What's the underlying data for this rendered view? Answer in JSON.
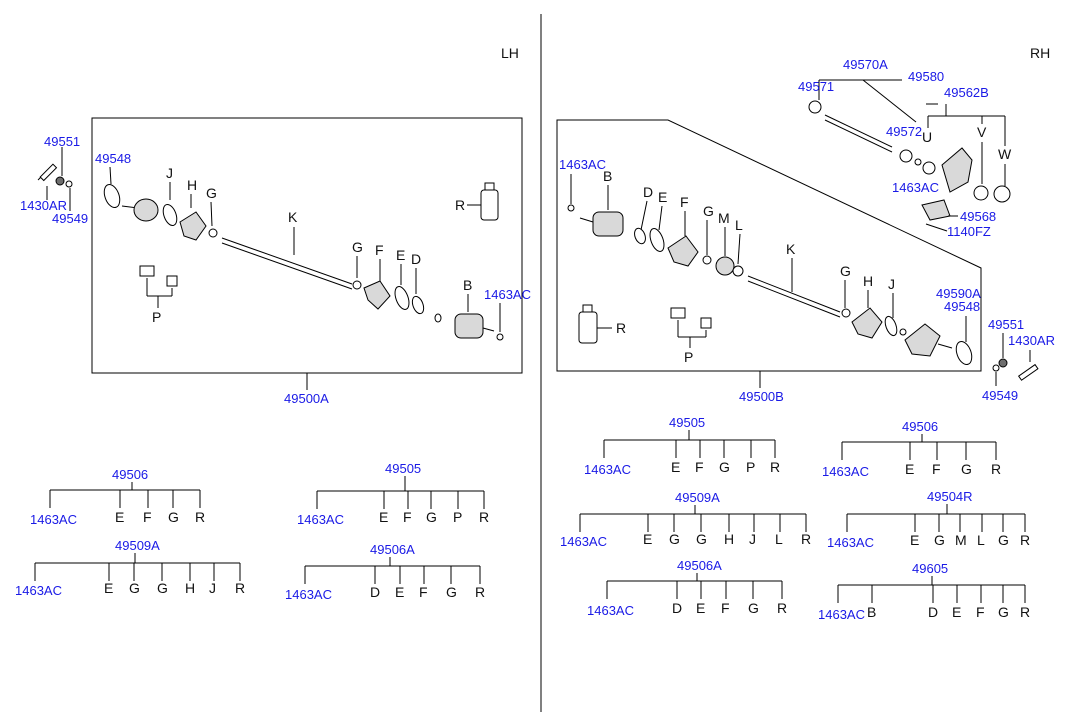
{
  "side_labels": {
    "lh": "LH",
    "rh": "RH"
  },
  "lh": {
    "assembly": "49500A",
    "outer_parts": {
      "bolt": "1430AR",
      "nut": "49551",
      "washer": "49549"
    },
    "inside": {
      "seal": "49548",
      "snap_ring": "1463AC",
      "letters": {
        "j": "J",
        "h": "H",
        "g1": "G",
        "k": "K",
        "g2": "G",
        "f": "F",
        "e": "E",
        "d": "D",
        "b": "B",
        "r": "R",
        "p": "P"
      }
    },
    "kits": [
      {
        "code": "49506",
        "items": [
          "1463AC",
          "E",
          "F",
          "G",
          "R"
        ]
      },
      {
        "code": "49505",
        "items": [
          "1463AC",
          "E",
          "F",
          "G",
          "P",
          "R"
        ]
      },
      {
        "code": "49509A",
        "items": [
          "1463AC",
          "E",
          "G",
          "G",
          "H",
          "J",
          "R"
        ]
      },
      {
        "code": "49506A",
        "items": [
          "1463AC",
          "D",
          "E",
          "F",
          "G",
          "R"
        ]
      }
    ]
  },
  "rh": {
    "assembly": "49500B",
    "outer_parts": {
      "bolt": "1430AR",
      "nut": "49551",
      "washer": "49549"
    },
    "intermediate": {
      "shaft": "49570A",
      "seal_outer": "49571",
      "bearing_seal": "49572",
      "bolt": "49580",
      "bracket": "49562B",
      "snap_ring": "1463AC",
      "cover": "49568",
      "screw": "1140FZ",
      "letters": {
        "u": "U",
        "v": "V",
        "w": "W"
      }
    },
    "inside": {
      "snap_ring": "1463AC",
      "seal_a": "49590A",
      "seal_b": "49548",
      "letters": {
        "b": "B",
        "d": "D",
        "e": "E",
        "f": "F",
        "g1": "G",
        "m": "M",
        "l": "L",
        "k": "K",
        "g2": "G",
        "h": "H",
        "j": "J",
        "r": "R",
        "p": "P"
      }
    },
    "kits": [
      {
        "code": "49505",
        "items": [
          "1463AC",
          "E",
          "F",
          "G",
          "P",
          "R"
        ]
      },
      {
        "code": "49506",
        "items": [
          "1463AC",
          "E",
          "F",
          "G",
          "R"
        ]
      },
      {
        "code": "49509A",
        "items": [
          "1463AC",
          "E",
          "G",
          "G",
          "H",
          "J",
          "L",
          "R"
        ]
      },
      {
        "code": "49504R",
        "items": [
          "1463AC",
          "E",
          "G",
          "M",
          "L",
          "G",
          "R"
        ]
      },
      {
        "code": "49506A",
        "items": [
          "1463AC",
          "D",
          "E",
          "F",
          "G",
          "R"
        ]
      },
      {
        "code": "49605",
        "items": [
          "1463AC",
          "B",
          "D",
          "E",
          "F",
          "G",
          "R"
        ]
      }
    ]
  }
}
